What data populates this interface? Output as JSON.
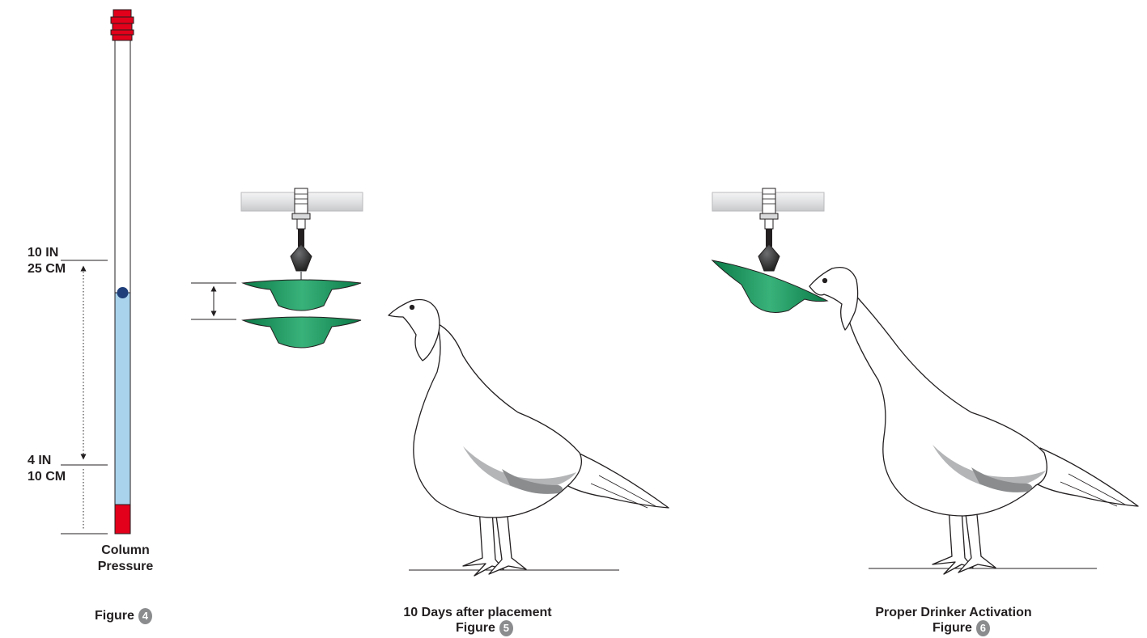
{
  "figure4": {
    "top_label_line1": "10 IN",
    "top_label_line2": "25 CM",
    "bottom_label_line1": "4 IN",
    "bottom_label_line2": "10 CM",
    "caption_line1": "Column",
    "caption_line2": "Pressure",
    "figure_word": "Figure",
    "figure_number": "4"
  },
  "figure5": {
    "caption": "10 Days after placement",
    "figure_word": "Figure",
    "figure_number": "5"
  },
  "figure6": {
    "caption": "Proper Drinker Activation",
    "figure_word": "Figure",
    "figure_number": "6"
  },
  "colors": {
    "column_fill": "#a9d3ec",
    "cap_red": "#e2001a",
    "drinker_green": "#12925a",
    "marker_blue": "#1f3f7a",
    "pipe_grey": "#e2e3e4",
    "feather_grey": "#b4b5b7"
  }
}
